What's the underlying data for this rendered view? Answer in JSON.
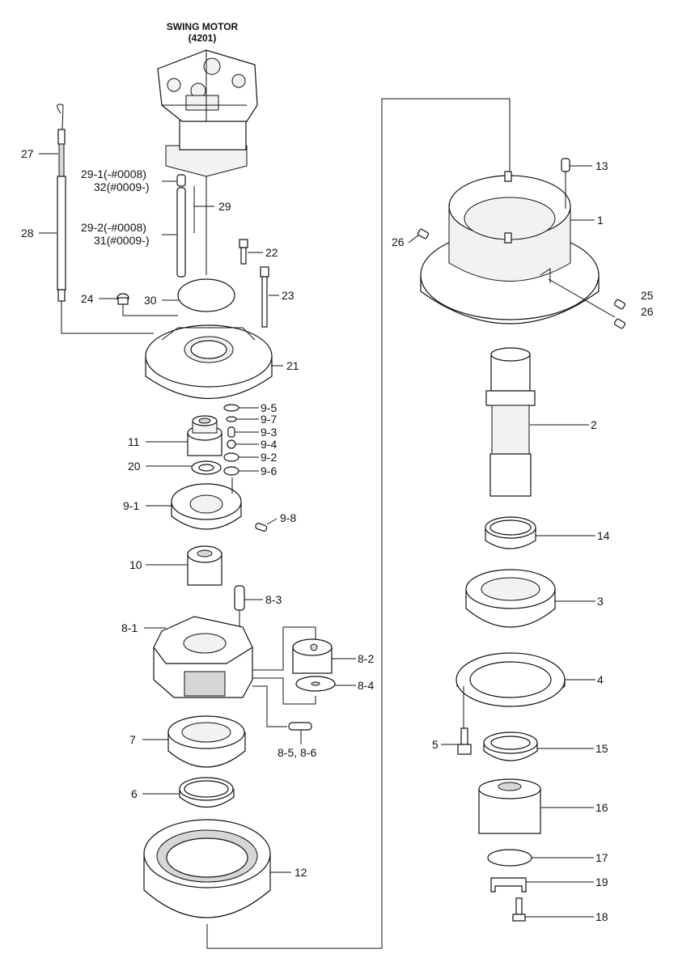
{
  "title": {
    "line1": "SWING MOTOR",
    "line2": "(4201)"
  },
  "labels": {
    "p1": "1",
    "p2": "2",
    "p3": "3",
    "p4": "4",
    "p5": "5",
    "p6": "6",
    "p7": "7",
    "p8_1": "8-1",
    "p8_2": "8-2",
    "p8_3": "8-3",
    "p8_4": "8-4",
    "p8_5_8_6": "8-5, 8-6",
    "p9_1": "9-1",
    "p9_2": "9-2",
    "p9_3": "9-3",
    "p9_4": "9-4",
    "p9_5": "9-5",
    "p9_6": "9-6",
    "p9_7": "9-7",
    "p9_8": "9-8",
    "p10": "10",
    "p11": "11",
    "p12": "12",
    "p13": "13",
    "p14": "14",
    "p15": "15",
    "p16": "16",
    "p17": "17",
    "p18": "18",
    "p19": "19",
    "p20": "20",
    "p21": "21",
    "p22": "22",
    "p23": "23",
    "p24": "24",
    "p25": "25",
    "p26a": "26",
    "p26b": "26",
    "p27": "27",
    "p28": "28",
    "p29": "29",
    "p29_1": "29-1(-#0008)",
    "p32": "32(#0009-)",
    "p29_2": "29-2(-#0008)",
    "p31": "31(#0009-)",
    "p30": "30"
  }
}
